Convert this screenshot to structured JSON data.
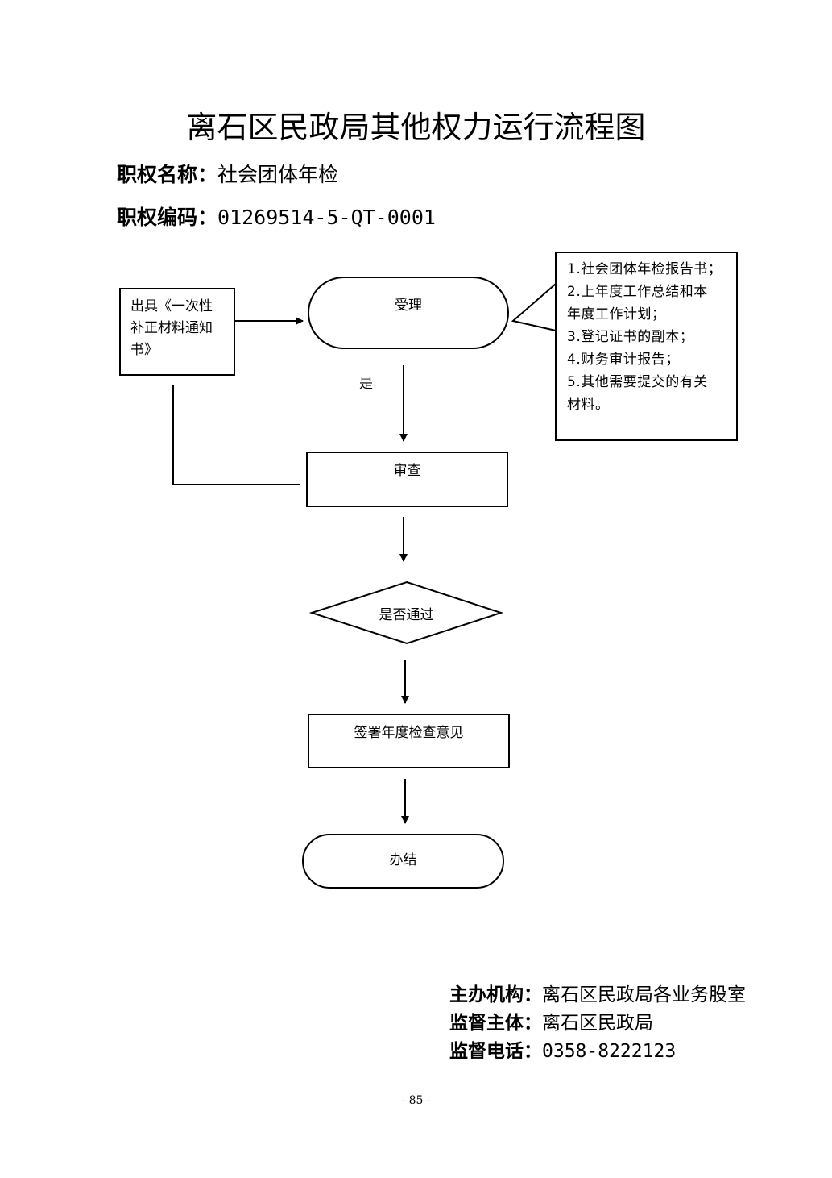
{
  "title": "离石区民政局其他权力运行流程图",
  "power_name": {
    "label": "职权名称：",
    "value": "社会团体年检"
  },
  "power_code": {
    "label": "职权编码：",
    "value": "01269514-5-QT-0001"
  },
  "flow": {
    "notice_box": [
      "出具《一次性",
      "补正材料通知",
      "书》"
    ],
    "accept": "受理",
    "yes_label": "是",
    "review": "审查",
    "decision": "是否通过",
    "sign": "签署年度检查意见",
    "finish": "办结",
    "materials": [
      "1.社会团体年检报告书；",
      "2.上年度工作总结和本",
      "年度工作计划；",
      "3.登记证书的副本；",
      "4.财务审计报告；",
      "5.其他需要提交的有关",
      "材料。"
    ]
  },
  "footer": {
    "host": {
      "label": "主办机构：",
      "value": "离石区民政局各业务股室"
    },
    "supervisor": {
      "label": "监督主体：",
      "value": "离石区民政局"
    },
    "phone": {
      "label": "监督电话：",
      "value": "0358-8222123"
    }
  },
  "page_number": "- 85 -"
}
